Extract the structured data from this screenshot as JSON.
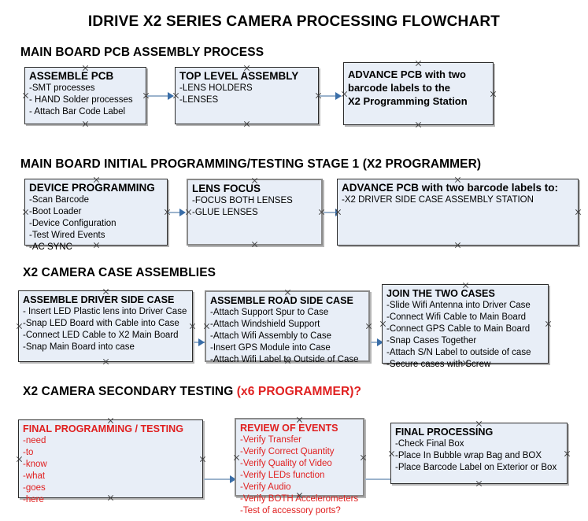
{
  "document": {
    "title": "IDRIVE X2  SERIES CAMERA PROCESSING FLOWCHART"
  },
  "sections": [
    {
      "heading": "MAIN BOARD PCB ASSEMBLY PROCESS",
      "heading_red": ""
    },
    {
      "heading": "MAIN BOARD INITIAL PROGRAMMING/TESTING STAGE 1 (X2 PROGRAMMER)",
      "heading_red": ""
    },
    {
      "heading": "X2 CAMERA CASE ASSEMBLIES",
      "heading_red": ""
    },
    {
      "heading": "X2 CAMERA SECONDARY TESTING ",
      "heading_red": "(x6 PROGRAMMER)?"
    }
  ],
  "boxes": {
    "assemble_pcb": {
      "title": "ASSEMBLE PCB",
      "items": [
        "-SMT processes",
        "- HAND Solder processes",
        "- Attach Bar Code Label"
      ]
    },
    "top_level_assembly": {
      "title": "TOP LEVEL ASSEMBLY",
      "items": [
        "-LENS HOLDERS",
        "-LENSES"
      ]
    },
    "advance_pcb_1": {
      "line1": "ADVANCE PCB with two",
      "line2": "barcode labels to the",
      "line3": " X2 Programming Station"
    },
    "device_programming": {
      "title": "DEVICE PROGRAMMING",
      "items": [
        "-Scan Barcode",
        "-Boot Loader",
        "-Device Configuration",
        "-Test Wired Events",
        "-AC SYNC"
      ]
    },
    "lens_focus": {
      "title": "LENS FOCUS",
      "items": [
        "-FOCUS BOTH LENSES",
        "-GLUE LENSES"
      ]
    },
    "advance_pcb_2": {
      "title": "ADVANCE PCB with two barcode labels to:",
      "items": [
        "-X2 DRIVER  SIDE  CASE  ASSEMBLY STATION"
      ]
    },
    "assemble_driver_side_case": {
      "title": "ASSEMBLE DRIVER SIDE CASE",
      "items": [
        "- Insert LED Plastic lens into Driver Case",
        "-Snap LED Board with Cable into Case",
        "-Connect LED Cable to X2 Main Board",
        "-Snap Main Board into case"
      ]
    },
    "assemble_road_side_case": {
      "title": "ASSEMBLE ROAD SIDE CASE",
      "items": [
        "-Attach Support Spur to Case",
        "-Attach Windshield Support",
        "-Attach Wifi Assembly to Case",
        "-Insert GPS Module into Case",
        "-Attach Wifi Label to Outside of Case"
      ]
    },
    "join_the_two_cases": {
      "title": "JOIN THE TWO CASES",
      "items": [
        "-Slide Wifi Antenna into Driver Case",
        "-Connect Wifi Cable to Main Board",
        "-Connect GPS Cable to Main Board",
        "-Snap Cases Together",
        "-Attach S/N Label to outside of case",
        "-Secure cases with Screw"
      ]
    },
    "final_programming_testing": {
      "title": "FINAL PROGRAMMING / TESTING",
      "items": [
        "-need",
        "-to",
        "-know",
        "-what",
        "-goes",
        "-here"
      ]
    },
    "review_of_events": {
      "title": "REVIEW OF EVENTS",
      "items": [
        "-Verify Transfer",
        "-Verify Correct Quantity",
        "-Verify Quality of Video",
        "-Verify LEDs function",
        "-Verify Audio",
        "-Verify BOTH Accelerometers",
        "-Test of accessory ports?"
      ]
    },
    "final_processing": {
      "title": "FINAL PROCESSING",
      "items": [
        " -Check Final Box",
        "-Place In Bubble wrap Bag and BOX",
        "-Place Barcode Label on Exterior or Box"
      ]
    }
  },
  "colors": {
    "box_fill": "#e8eef7",
    "box_border": "#2b2b2b",
    "connector": "#9bb3cc",
    "arrow": "#3a6ea8",
    "red_text": "#e02020"
  }
}
